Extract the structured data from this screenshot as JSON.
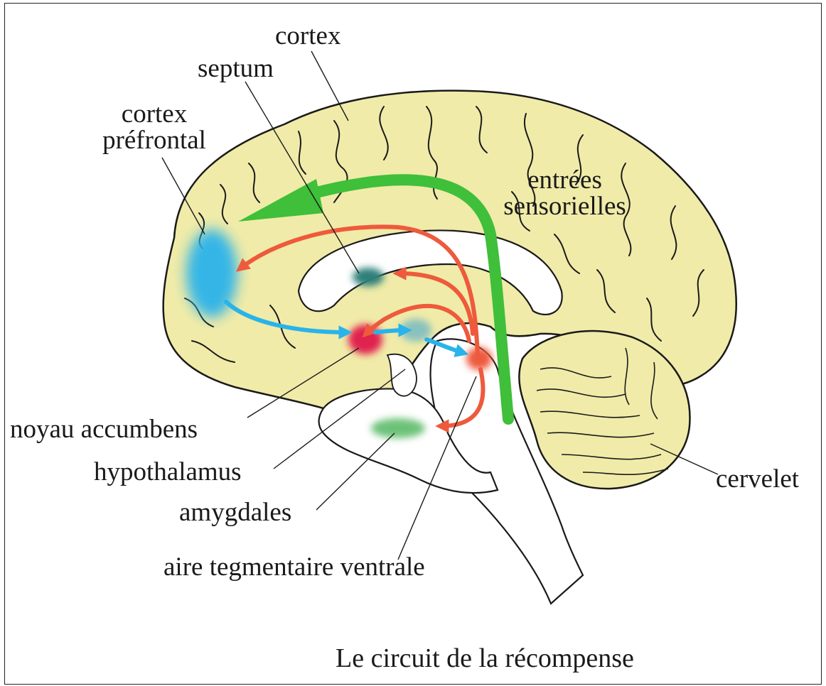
{
  "labels": {
    "cortex": "cortex",
    "septum": "septum",
    "prefrontal_line1": "cortex",
    "prefrontal_line2": "préfrontal",
    "sensory_line1": "entrées",
    "sensory_line2": "sensorielles",
    "accumbens": "noyau accumbens",
    "hypothalamus": "hypothalamus",
    "amygdales": "amygdales",
    "vta": "aire tegmentaire ventrale",
    "cervelet": "cervelet"
  },
  "caption": "Le circuit de la récompense",
  "colors": {
    "brain_fill": "#f0eba8",
    "outline": "#1a1a1a",
    "dopamine_path": "#ee5a3c",
    "prefrontal_path": "#29b3ea",
    "sensory_path": "#3fbf3a",
    "accumbens_spot": "#e0234f",
    "septum_spot": "#2e7f78",
    "amygdala_spot": "#5dbb6a"
  }
}
